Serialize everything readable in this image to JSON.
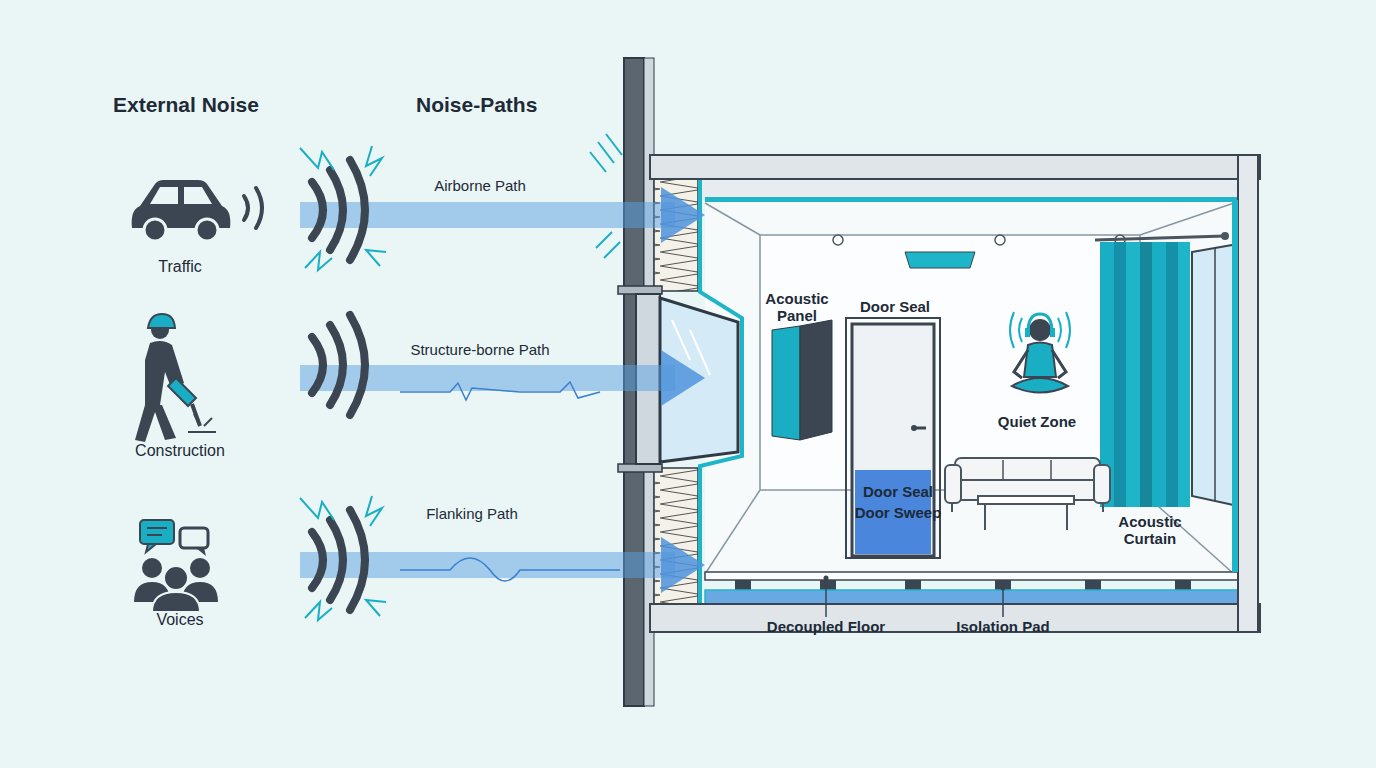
{
  "diagram": {
    "nodes": [
      {
        "text": [
          "Traffic"
        ]
      },
      {
        "text": [
          "Construction"
        ]
      },
      {
        "text": [
          "Voices"
        ]
      },
      {
        "text": [
          "Acoustic Panel",
          "Door Seal",
          "Door Seal",
          "Door Sweep",
          "Quiet Zone",
          "Acoustic Curtain"
        ]
      }
    ],
    "edges": [
      {
        "from": 0,
        "to": 3,
        "label": "Airborne Path",
        "arrow": "to"
      },
      {
        "from": 1,
        "to": 3,
        "label": "Structure-borne Path",
        "arrow": "to"
      },
      {
        "from": 2,
        "to": 3,
        "label": "Flanking Path",
        "arrow": "to"
      }
    ],
    "labels": [
      "External Noise",
      "Noise-Paths",
      "Decoupled Floor",
      "Isolation Pad"
    ]
  }
}
